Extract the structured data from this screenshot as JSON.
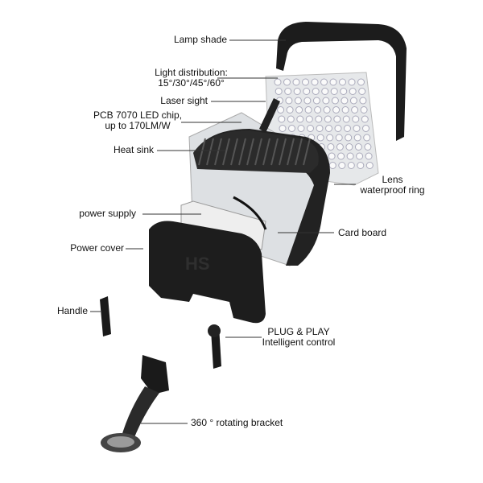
{
  "labels": {
    "lamp_shade": "Lamp shade",
    "light_distribution_1": "Light distribution:",
    "light_distribution_2": "15°/30°/45°/60°",
    "laser_sight": "Laser sight",
    "pcb_1": "PCB 7070 LED chip,",
    "pcb_2": "up to 170LM/W",
    "heat_sink": "Heat sink",
    "lens_1": "Lens",
    "lens_2": "waterproof ring",
    "power_supply": "power supply",
    "card_board": "Card board",
    "power_cover": "Power cover",
    "handle": "Handle",
    "plug_1": "PLUG & PLAY",
    "plug_2": "Intelligent control",
    "bracket": "360 ° rotating bracket"
  },
  "logo_text": "HS"
}
